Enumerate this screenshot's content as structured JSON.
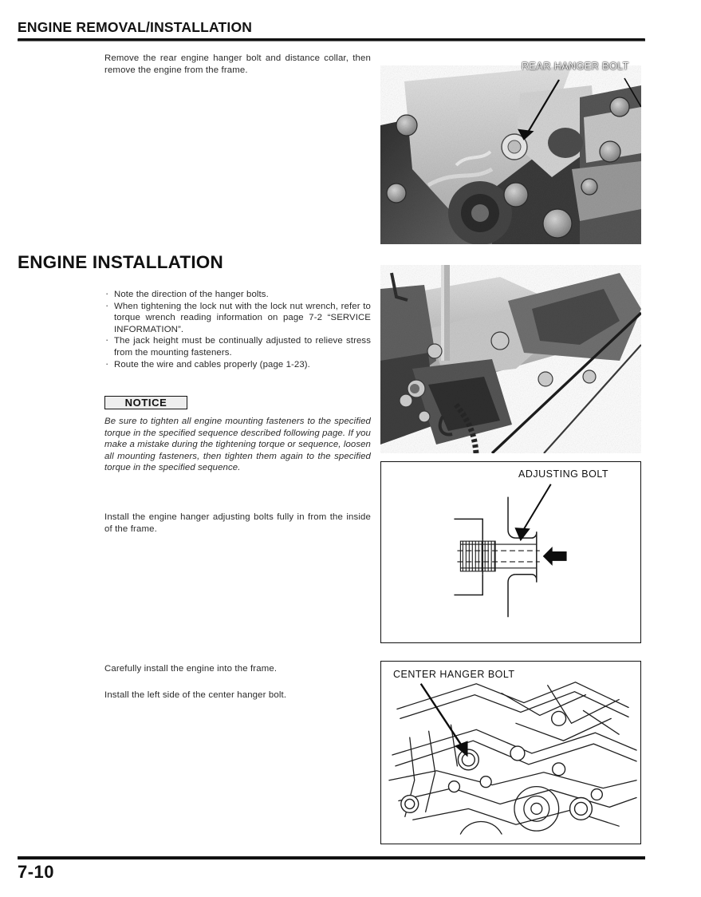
{
  "header": {
    "title": "ENGINE REMOVAL/INSTALLATION"
  },
  "footer": {
    "page_number": "7-10"
  },
  "intro": {
    "paragraph": "Remove the rear engine hanger bolt and distance collar, then remove the engine from the frame."
  },
  "section": {
    "title": "ENGINE INSTALLATION",
    "bullets": [
      "Note the direction of the hanger bolts.",
      "When tightening the lock nut with the lock nut wrench, refer to torque wrench reading information on page 7-2 “SERVICE INFORMATION”.",
      "The jack height must be continually adjusted to relieve stress from the mounting fasteners.",
      "Route the wire and cables properly (page 1-23)."
    ]
  },
  "notice": {
    "label": "NOTICE",
    "text": "Be sure to tighten all engine mounting fasteners to the specified torque in the specified sequence described following page. If you make a mistake during the tightening torque or sequence, loosen all mounting fasteners, then tighten them again to the specified torque in the specified sequence."
  },
  "steps": {
    "install_adjusting_bolts": "Install the engine hanger adjusting bolts fully in from the inside of the frame.",
    "install_engine": "Carefully install the engine into the frame.",
    "install_center_bolt": "Install the left side of the center hanger bolt."
  },
  "figures": {
    "photo_rear_hanger": {
      "callout": "REAR HANGER BOLT",
      "kind": "photograph"
    },
    "photo_frame_swingarm": {
      "callout": "",
      "kind": "photograph"
    },
    "diagram_adjusting_bolt": {
      "callout": "ADJUSTING BOLT",
      "kind": "line-drawing"
    },
    "diagram_center_hanger": {
      "callout": "CENTER HANGER BOLT",
      "kind": "line-drawing"
    }
  },
  "colors": {
    "rule": "#111111",
    "text": "#2a2a2a",
    "notice_fill": "#eeeeee"
  }
}
